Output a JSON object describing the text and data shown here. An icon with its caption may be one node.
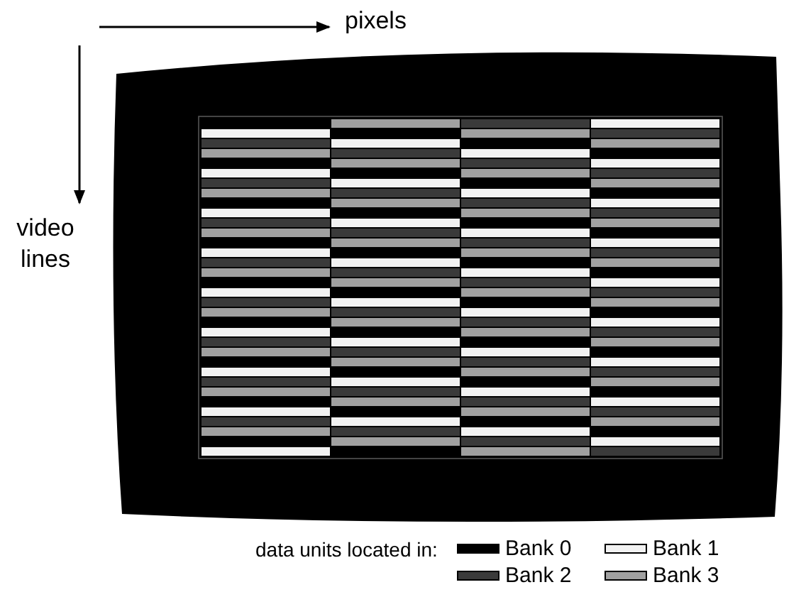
{
  "diagram": {
    "labels": [
      "pixels",
      "video lines",
      "data units located in:"
    ],
    "legend": [
      {
        "text": "Bank 0",
        "color": "#000000"
      },
      {
        "text": "Bank 1",
        "color": "#f2f2f2"
      },
      {
        "text": "Bank 2",
        "color": "#3a3a3a"
      },
      {
        "text": "Bank 3",
        "color": "#a0a0a0"
      }
    ]
  }
}
